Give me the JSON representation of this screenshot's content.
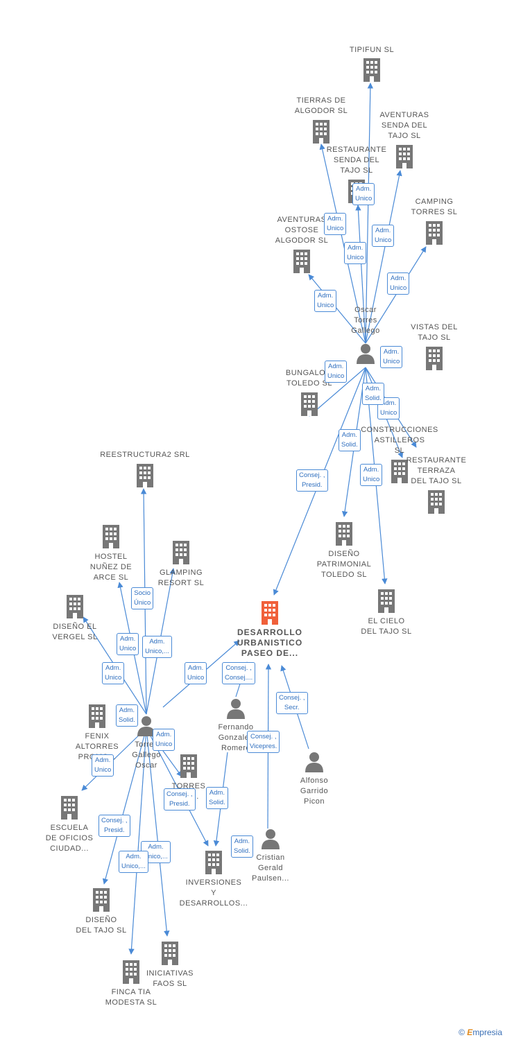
{
  "colors": {
    "edge": "#4a8ad6",
    "node": "#777777",
    "main": "#f0603a",
    "badge_text": "#2f6fbf"
  },
  "main_node": {
    "label": "DESARROLLO\nURBANISTICO\nPASEO DE...",
    "icon": "building-icon"
  },
  "companies": [
    {
      "id": "tipifun",
      "label": "TIPIFUN  SL"
    },
    {
      "id": "tierras",
      "label": "TIERRAS DE\nALGODOR  SL"
    },
    {
      "id": "aventuras-senda",
      "label": "AVENTURAS\nSENDA DEL\nTAJO  SL"
    },
    {
      "id": "restaurante-senda",
      "label": "RESTAURANTE\nSENDA DEL\nTAJO  SL"
    },
    {
      "id": "camping",
      "label": "CAMPING\nTORRES  SL"
    },
    {
      "id": "aventuras-ostose",
      "label": "AVENTURAS\nOSTOSE\nALGODOR  SL"
    },
    {
      "id": "vistas",
      "label": "VISTAS DEL\nTAJO  SL"
    },
    {
      "id": "bungalow",
      "label": "BUNGALOW\nTOLEDO  SL"
    },
    {
      "id": "construcciones",
      "label": "CONSTRUCCIONES\nASTILLEROS\nSL"
    },
    {
      "id": "restaurante-terraza",
      "label": "RESTAURANTE\nTERRAZA\nDEL TAJO  SL"
    },
    {
      "id": "reestructura",
      "label": "REESTRUCTURA2 SRL"
    },
    {
      "id": "diseno-patrimonial",
      "label": "DISEÑO\nPATRIMONIAL\nTOLEDO SL"
    },
    {
      "id": "hostel",
      "label": "HOSTEL\nNUÑEZ DE\nARCE  SL"
    },
    {
      "id": "glamping",
      "label": "GLAMPING\nRESORT  SL"
    },
    {
      "id": "el-cielo",
      "label": "EL CIELO\nDEL TAJO  SL"
    },
    {
      "id": "diseno-vergel",
      "label": "DISEÑO EL\nVERGEL  SL"
    },
    {
      "id": "fenix",
      "label": "FENIX\nALTORRES\nPROMO..."
    },
    {
      "id": "torres-inv",
      "label": "TORRES\nINV..."
    },
    {
      "id": "escuela",
      "label": "ESCUELA\nDE OFICIOS\nCIUDAD..."
    },
    {
      "id": "inversiones",
      "label": "INVERSIONES\nY\nDESARROLLOS..."
    },
    {
      "id": "diseno-tajo",
      "label": "DISEÑO\nDEL TAJO  SL"
    },
    {
      "id": "iniciativas",
      "label": "INICIATIVAS\nFAOS  SL"
    },
    {
      "id": "finca",
      "label": "FINCA TIA\nMODESTA  SL"
    }
  ],
  "persons": [
    {
      "id": "oscar1",
      "label": "Oscar\nTorres\nGallego"
    },
    {
      "id": "oscar2",
      "label": "Torres\nGallego\nOscar"
    },
    {
      "id": "fernando",
      "label": "Fernando\nGonzalez\nRomero"
    },
    {
      "id": "alfonso",
      "label": "Alfonso\nGarrido\nPicon"
    },
    {
      "id": "cristian",
      "label": "Cristian\nGerald\nPaulsen..."
    }
  ],
  "badges": [
    "Adm.\nUnico",
    "Adm.\nUnico",
    "Adm.\nUnico",
    "Adm.\nUnico",
    "Adm.\nUnico",
    "Adm.\nUnico",
    "Adm.\nUnico",
    "Adm.\nUnico",
    "Adm.\nSolid.",
    "Adm.\nUnico",
    "Adm.\nSolid.",
    "Consej. ,\nPresid.",
    "Adm.\nUnico",
    "Socio\nÚnico",
    "Adm.\nUnico",
    "Adm.\nUnico,...",
    "Adm.\nUnico",
    "Adm.\nUnico",
    "Consej. ,\nConsej....",
    "Consej. ,\nSecr.",
    "Adm.\nSolid.",
    "Adm.\nUnico",
    "Consej. ,\nVicepres.",
    "Adm.\nUnico",
    "Consej. ,\nPresid.",
    "Adm.\nSolid.",
    "Consej. ,\nPresid.",
    "Adm.\nSolid.",
    "Adm.\nUnico,...",
    "Adm.\nUnico,..."
  ],
  "footer": {
    "copyright": "©",
    "brand_first": "E",
    "brand_rest": "mpresia"
  }
}
